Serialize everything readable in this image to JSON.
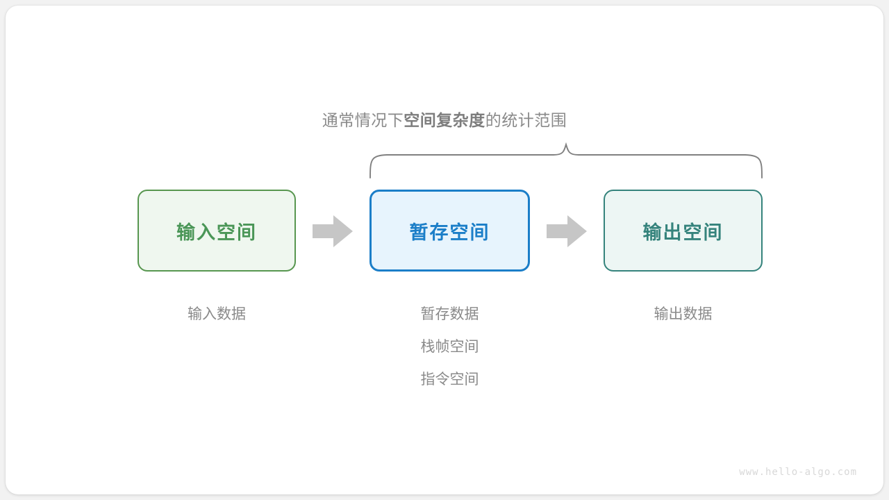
{
  "canvas": {
    "background": "#f2f2f2",
    "card_background": "#ffffff"
  },
  "scope": {
    "title_prefix": "通常情况下",
    "title_strong": "空间复杂度",
    "title_suffix": "的统计范围",
    "brace_color": "#808080",
    "brace_covers": [
      "暂存空间",
      "输出空间"
    ]
  },
  "flow": {
    "nodes": [
      {
        "id": "input",
        "label": "输入空间",
        "text_color": "#4a9657",
        "border_color": "#57964f",
        "fill_color": "#eff7ef",
        "captions": [
          "输入数据"
        ]
      },
      {
        "id": "temp",
        "label": "暂存空间",
        "text_color": "#1b7ec8",
        "border_color": "#1b7ec8",
        "fill_color": "#e7f4fd",
        "captions": [
          "暂存数据",
          "栈帧空间",
          "指令空间"
        ]
      },
      {
        "id": "output",
        "label": "输出空间",
        "text_color": "#35837c",
        "border_color": "#35837c",
        "fill_color": "#edf6f4",
        "captions": [
          "输出数据"
        ]
      }
    ],
    "arrows": [
      {
        "id": "arrow-1",
        "from": "input",
        "to": "temp",
        "color": "#c6c6c6"
      },
      {
        "id": "arrow-2",
        "from": "temp",
        "to": "output",
        "color": "#c6c6c6"
      }
    ],
    "caption_color": "#8a8a8a"
  },
  "watermark": {
    "text": "www.hello-algo.com",
    "color": "#d8d8d8"
  }
}
